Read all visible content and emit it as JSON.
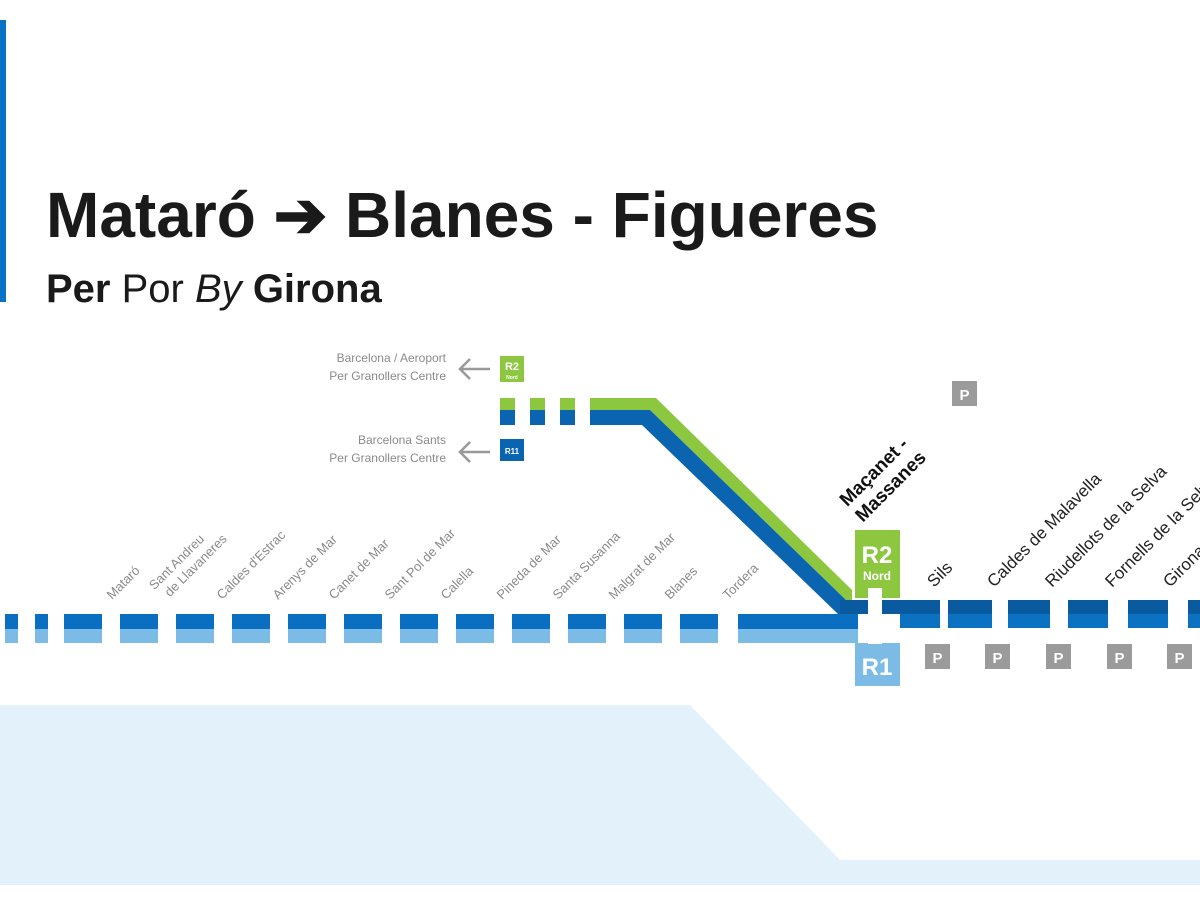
{
  "header": {
    "title_from": "Mataró",
    "arrow": "➔",
    "title_to": "Blanes - Figueres",
    "via_ca": "Per",
    "via_es": "Por",
    "via_en": "By",
    "via_place": "Girona"
  },
  "branches": [
    {
      "line1": "Barcelona / Aeroport",
      "line2": "Per Granollers Centre",
      "badge": "R2",
      "badge_sub": "Nord"
    },
    {
      "line1": "Barcelona Sants",
      "line2": "Per Granollers Centre",
      "badge": "R11"
    }
  ],
  "stations_coast": [
    "Mataró",
    "Sant Andreu",
    "de Llavaneres",
    "Caldes d'Estrac",
    "Arenys de Mar",
    "Canet de Mar",
    "Sant Pol de Mar",
    "Calella",
    "Pineda de Mar",
    "Santa Susanna",
    "Malgrat de Mar",
    "Blanes",
    "Tordera"
  ],
  "junction": {
    "line1": "Maçanet -",
    "line2": "Massanes",
    "badge_top": "R2",
    "badge_top_sub": "Nord",
    "badge_bottom": "R1",
    "parking": "P"
  },
  "stations_inland": [
    "Sils",
    "Caldes de Malavella",
    "Riudellots de la Selva",
    "Fornells de la Selva",
    "Girona"
  ],
  "parking_label": "P",
  "colors": {
    "green": "#8dc63f",
    "dark_blue": "#0a64b0",
    "navy": "#0b5aa0",
    "light_blue": "#7cbbe6",
    "pale_area": "#e3f1fb",
    "grey": "#9b9b9b"
  }
}
